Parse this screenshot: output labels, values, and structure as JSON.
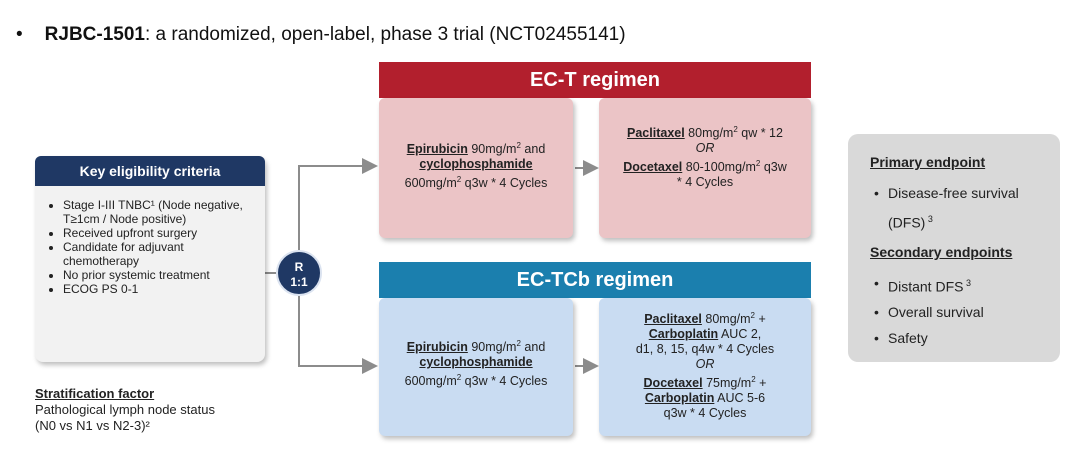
{
  "header": {
    "bullet": "•",
    "trial_name": "RJBC-1501",
    "description": ": a randomized, open-label, phase 3 trial (NCT02455141)"
  },
  "eligibility": {
    "title": "Key eligibility criteria",
    "items": [
      "Stage I-III TNBC¹ (Node negative, T≥1cm / Node positive)",
      "Received upfront surgery",
      "Candidate for adjuvant chemotherapy",
      "No prior systemic treatment",
      "ECOG PS 0-1"
    ]
  },
  "stratification": {
    "title": "Stratification factor",
    "line1": "Pathological lymph node status",
    "line2": "(N0 vs N1 vs N2-3)²"
  },
  "randomization": {
    "line1": "R",
    "line2": "1:1"
  },
  "ect": {
    "title": "EC-T regimen",
    "box1": {
      "drug1": "Epirubicin",
      "dose1": " 90mg/m",
      "sup1": "2",
      "and": " and",
      "drug2": "cyclophosphamide",
      "dose2": "600mg/m",
      "sup2": "2",
      "sched2": " q3w * 4 Cycles"
    },
    "box2": {
      "drug1": "Paclitaxel",
      "dose1": " 80mg/m",
      "sup1": "2",
      "sched1": " qw * 12",
      "or": "OR",
      "drug2": "Docetaxel",
      "dose2": " 80-100mg/m",
      "sup2": "2",
      "sched2": " q3w",
      "cycles": "* 4 Cycles"
    }
  },
  "ectcb": {
    "title": "EC-TCb regimen",
    "box1": {
      "drug1": "Epirubicin",
      "dose1": " 90mg/m",
      "sup1": "2",
      "and": " and",
      "drug2": "cyclophosphamide",
      "dose2": "600mg/m",
      "sup2": "2",
      "sched2": " q3w * 4 Cycles"
    },
    "box2": {
      "drug1": "Paclitaxel",
      "dose1": " 80mg/m",
      "sup1": "2",
      "plus1": " +",
      "drug2": "Carboplatin",
      "dose2": " AUC 2,",
      "sched2": "d1, 8, 15, q4w * 4 Cycles",
      "or": "OR",
      "drug3": "Docetaxel",
      "dose3": " 75mg/m",
      "sup3": "2",
      "plus3": " +",
      "drug4": "Carboplatin",
      "dose4": " AUC 5-6",
      "sched4": "q3w * 4 Cycles"
    }
  },
  "endpoints": {
    "primary_title": "Primary endpoint",
    "primary_items": [
      {
        "text": "Disease-free survival",
        "text2": "(DFS)",
        "sup": " 3"
      }
    ],
    "secondary_title": "Secondary endpoints",
    "secondary_items": [
      {
        "text": "Distant DFS",
        "sup": " 3"
      },
      {
        "text": "Overall survival",
        "sup": ""
      },
      {
        "text": "Safety",
        "sup": ""
      }
    ]
  },
  "colors": {
    "navy": "#1f3864",
    "ect_red": "#b21f2d",
    "ectcb_blue": "#1b7fae",
    "pink_box": "#ebc4c6",
    "blue_box": "#c9dcf2",
    "endpoint_gray": "#d9d9d9"
  }
}
